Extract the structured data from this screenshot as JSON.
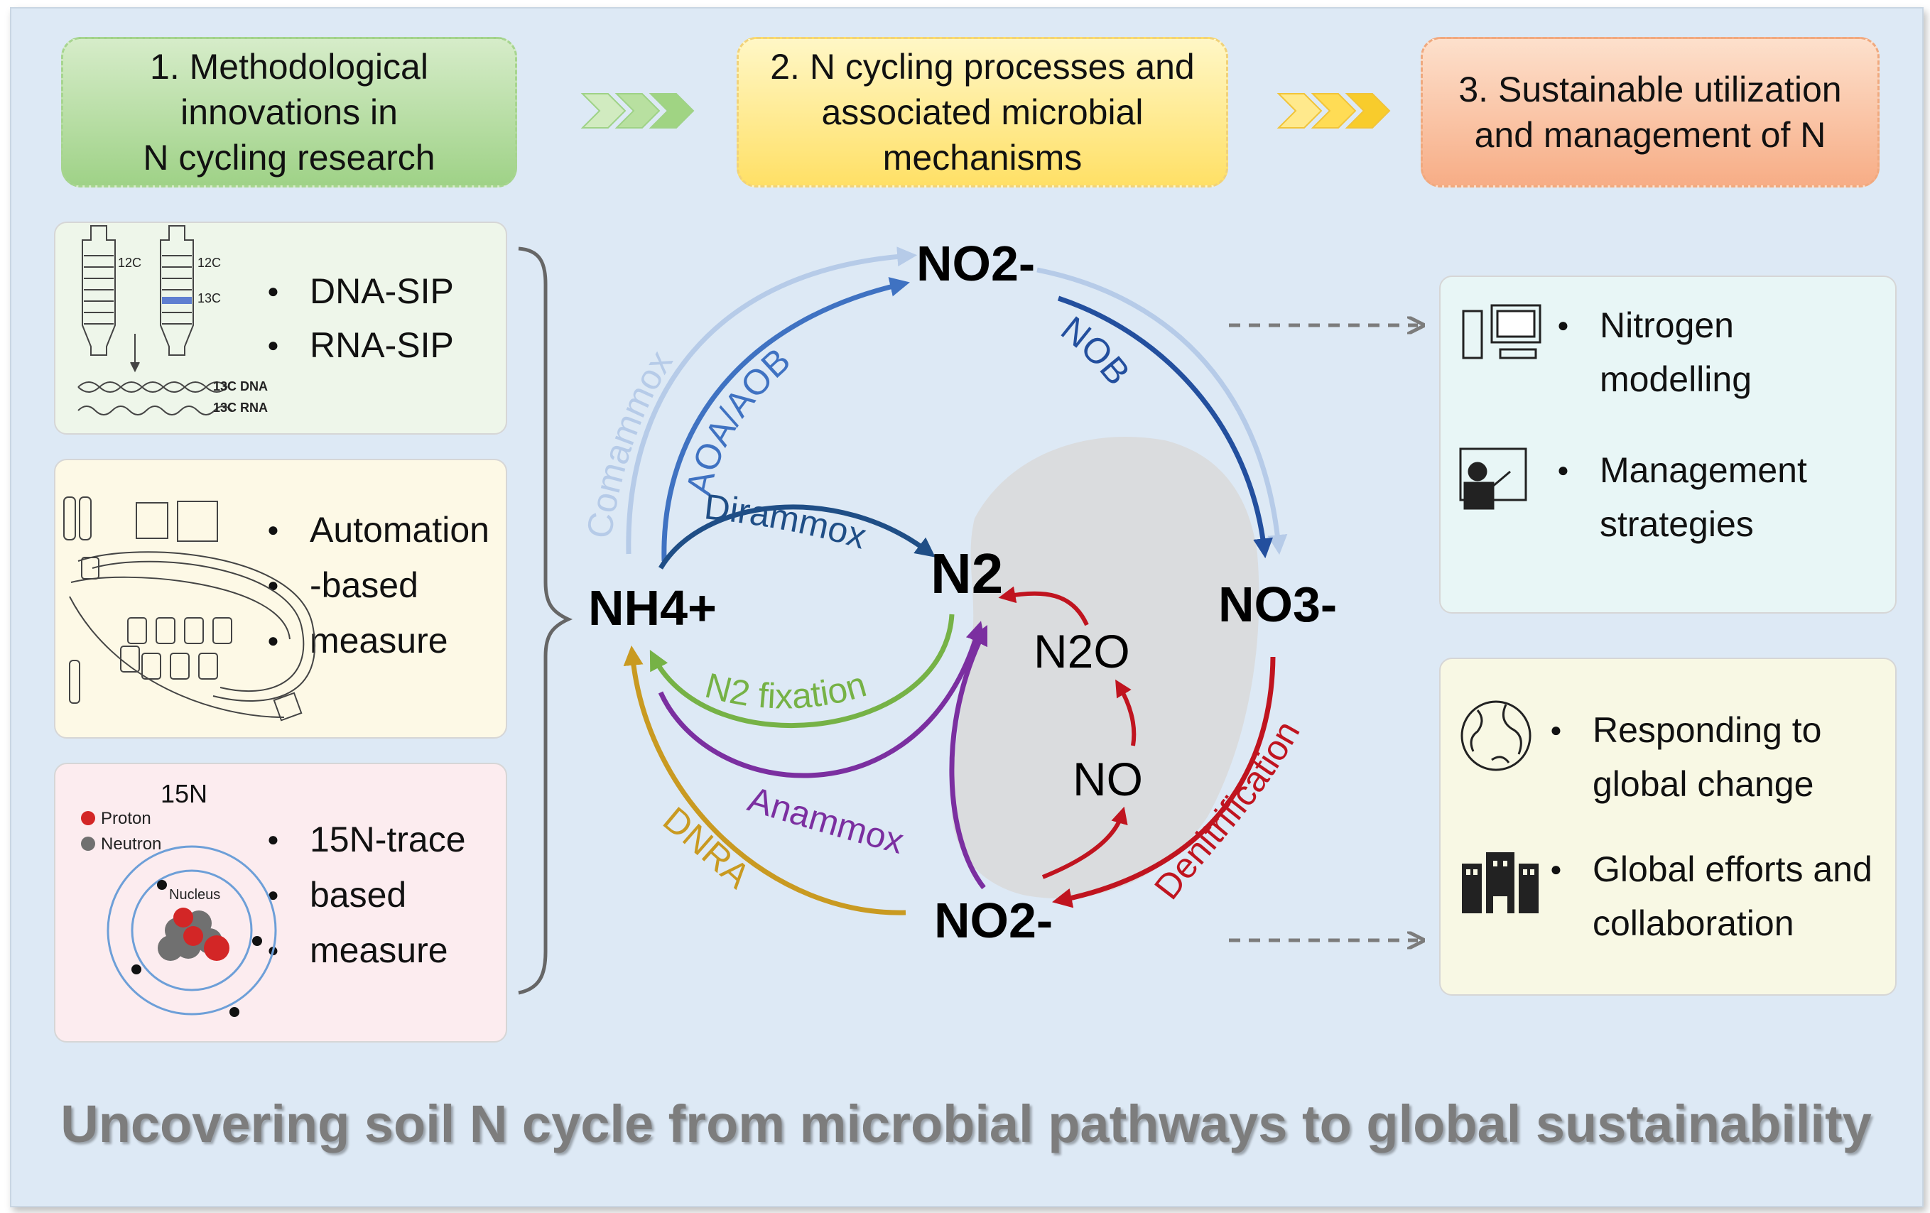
{
  "header": {
    "step1": [
      "1. Methodological",
      "innovations in",
      "N cycling research"
    ],
    "step2": [
      "2. N cycling processes and",
      "associated microbial",
      "mechanisms"
    ],
    "step3": [
      "3. Sustainable utilization",
      "and management of N"
    ]
  },
  "methods": {
    "sip": {
      "items": [
        "DNA-SIP",
        "RNA-SIP"
      ],
      "isotope_labels": [
        "12C",
        "12C",
        "13C"
      ],
      "strand_labels": [
        "13C DNA",
        "13C RNA"
      ]
    },
    "automation": {
      "items": [
        "Automation",
        "-based",
        "measure"
      ]
    },
    "trace": {
      "items": [
        "15N-trace",
        "based",
        "measure"
      ],
      "atom_title": "15N",
      "legend": [
        "Proton",
        "Neutron"
      ],
      "nucleus_label": "Nucleus"
    }
  },
  "cycle": {
    "nodes": {
      "nh4": "NH4+",
      "no2_top": "NO2-",
      "no3": "NO3-",
      "n2": "N2",
      "no2_bottom": "NO2-",
      "n2o": "N2O",
      "no": "NO"
    },
    "processes": {
      "comammox": "Comammox",
      "aoa_aob": "AOA/AOB",
      "nob": "NOB",
      "dirammox": "Dirammox",
      "n2_fixation": "N2 fixation",
      "anammox": "Anammox",
      "dnra": "DNRA",
      "denitrification": "Denitrification"
    },
    "colors": {
      "comammox": "#b6cbe8",
      "aoa_aob": "#3f72c2",
      "nob": "#234f9e",
      "dirammox": "#1f4e86",
      "n2_fixation": "#76b246",
      "anammox": "#7b2fa0",
      "dnra": "#c99a21",
      "denitrification": "#c0141f"
    }
  },
  "outcomes": {
    "model": {
      "items": [
        "Nitrogen modelling",
        "Management strategies"
      ],
      "icons": [
        "computer-icon",
        "presentation-icon"
      ]
    },
    "global": {
      "items": [
        "Responding to global change",
        "Global efforts and collaboration"
      ],
      "icons": [
        "globe-icon",
        "buildings-icon"
      ]
    }
  },
  "footer": {
    "title": "Uncovering soil N cycle from microbial pathways to global sustainability"
  }
}
